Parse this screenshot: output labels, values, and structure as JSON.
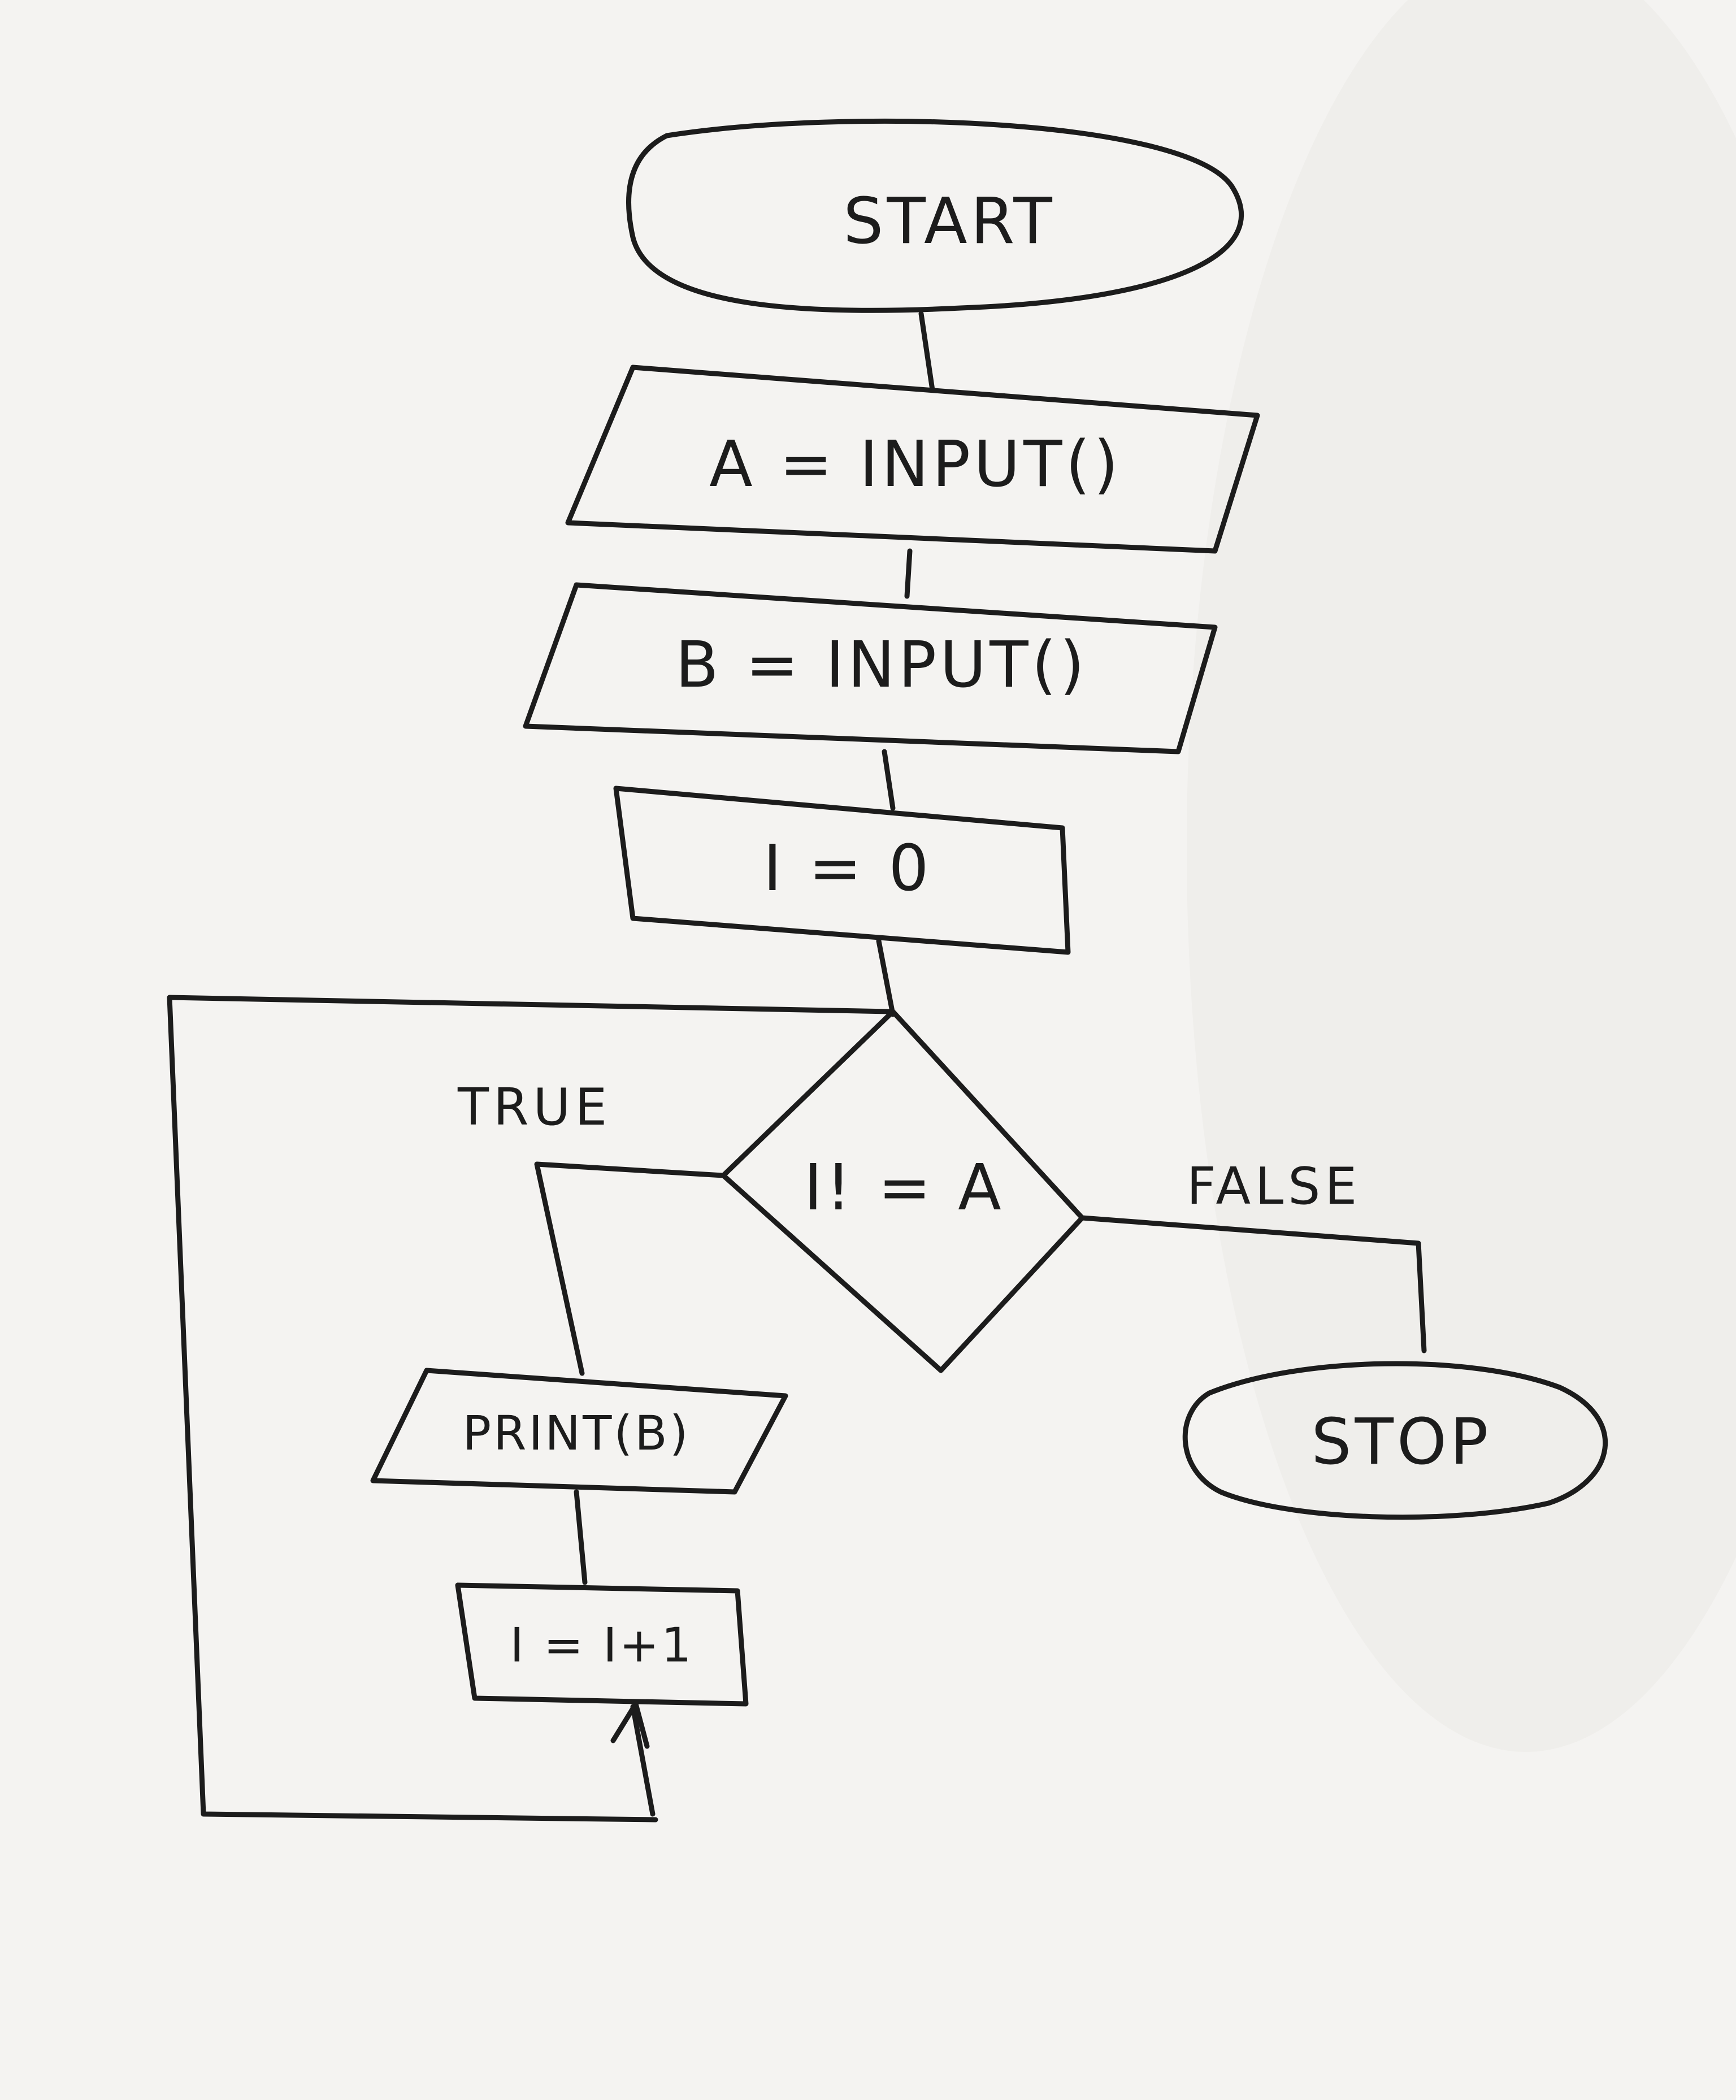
{
  "diagram": {
    "nodes": {
      "start": "START",
      "input_a": "A = INPUT()",
      "input_b": "B = INPUT()",
      "init_i": "I = 0",
      "condition": "I! = A",
      "print_b": "PRINT(B)",
      "increment": "I = I+1",
      "stop": "STOP"
    },
    "edges": {
      "true_label": "TRUE",
      "false_label": "FALSE"
    }
  }
}
